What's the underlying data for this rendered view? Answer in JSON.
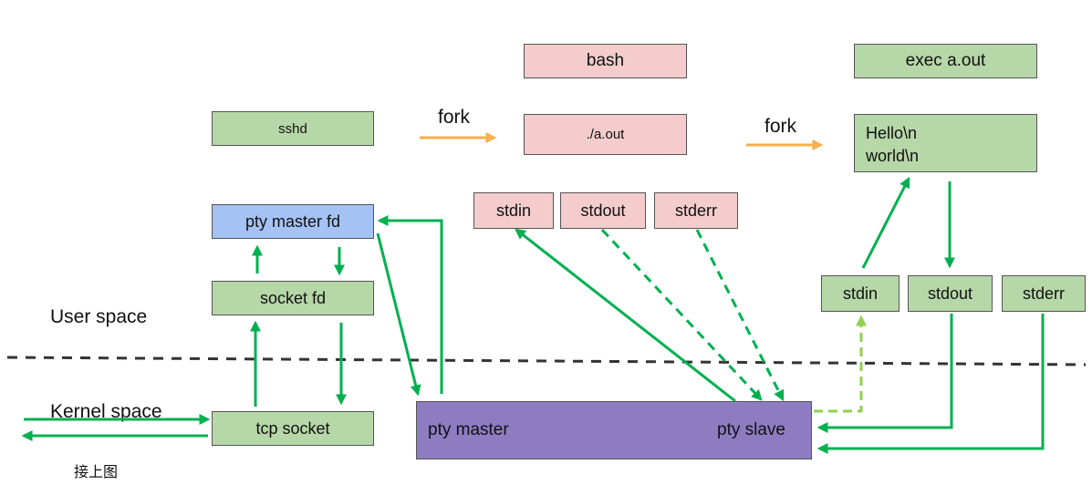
{
  "boxes": {
    "sshd": "sshd",
    "bash": "bash",
    "aout": "./a.out",
    "exec": "exec a.out",
    "hello_line1": "Hello\\n",
    "hello_line2": "world\\n",
    "pty_master_fd": "pty master fd",
    "socket_fd": "socket fd",
    "tcp_socket": "tcp socket",
    "parent_stdin": "stdin",
    "parent_stdout": "stdout",
    "parent_stderr": "stderr",
    "child_stdin": "stdin",
    "child_stdout": "stdout",
    "child_stderr": "stderr",
    "pty_master": "pty master",
    "pty_slave": "pty slave"
  },
  "labels": {
    "fork1": "fork",
    "fork2": "fork",
    "user_space": "User space",
    "kernel_space": "Kernel space",
    "caption": "接上图"
  },
  "colors": {
    "green_box": "#b6d7a8",
    "pink_box": "#f4cccc",
    "blue_box": "#a4c2f4",
    "purple_box": "#8e7cc3",
    "arrow_green": "#00b050",
    "arrow_lightgreen": "#92d050",
    "arrow_orange": "#f6b04c",
    "divider": "#333333"
  }
}
